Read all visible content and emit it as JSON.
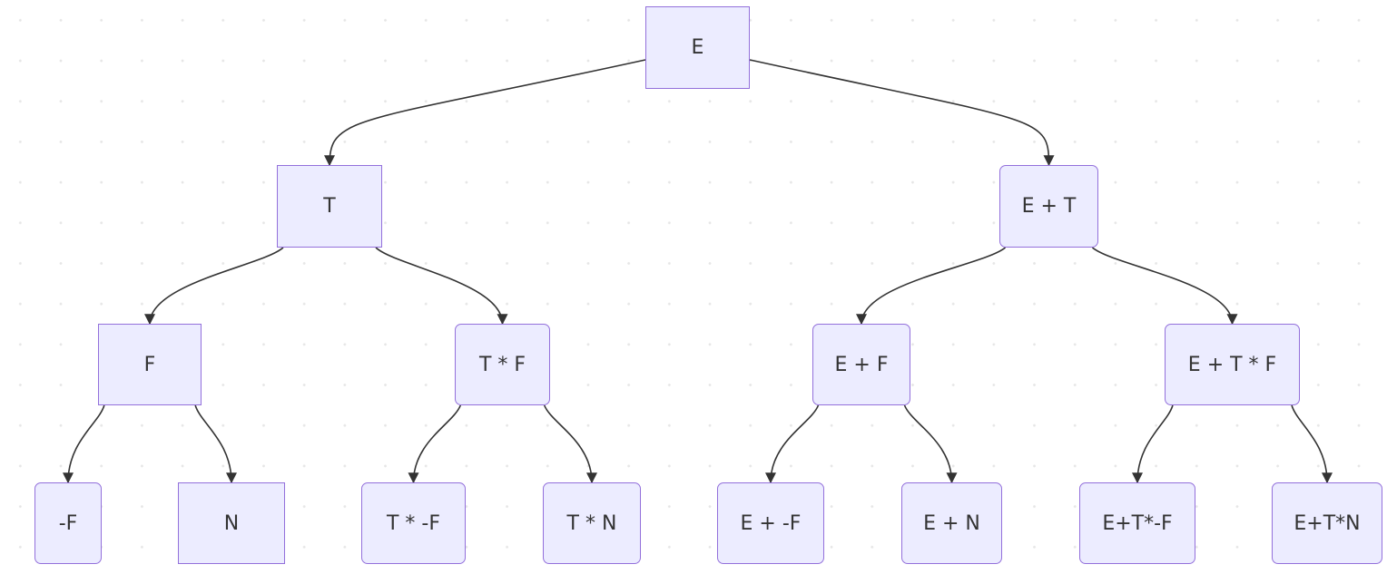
{
  "diagram": {
    "colors": {
      "node_fill": "#ECECFF",
      "node_border": "#9370DB",
      "edge": "#333333",
      "text": "#333333"
    },
    "nodes": {
      "E": "E",
      "T": "T",
      "EplusT": "E + T",
      "F": "F",
      "TtimesF": "T * F",
      "EplusF": "E + F",
      "EplusTtimesF": "E + T * F",
      "negF": "-F",
      "N": "N",
      "TtimesNegF": "T * -F",
      "TtimesN": "T * N",
      "EplusNegF": "E + -F",
      "EplusN": "E + N",
      "EplusTtimesNegF": "E+T*-F",
      "EplusTtimesN": "E+T*N"
    },
    "edges": [
      [
        "E",
        "T"
      ],
      [
        "E",
        "EplusT"
      ],
      [
        "T",
        "F"
      ],
      [
        "T",
        "TtimesF"
      ],
      [
        "EplusT",
        "EplusF"
      ],
      [
        "EplusT",
        "EplusTtimesF"
      ],
      [
        "F",
        "negF"
      ],
      [
        "F",
        "N"
      ],
      [
        "TtimesF",
        "TtimesNegF"
      ],
      [
        "TtimesF",
        "TtimesN"
      ],
      [
        "EplusF",
        "EplusNegF"
      ],
      [
        "EplusF",
        "EplusN"
      ],
      [
        "EplusTtimesF",
        "EplusTtimesNegF"
      ],
      [
        "EplusTtimesF",
        "EplusTtimesN"
      ]
    ]
  }
}
